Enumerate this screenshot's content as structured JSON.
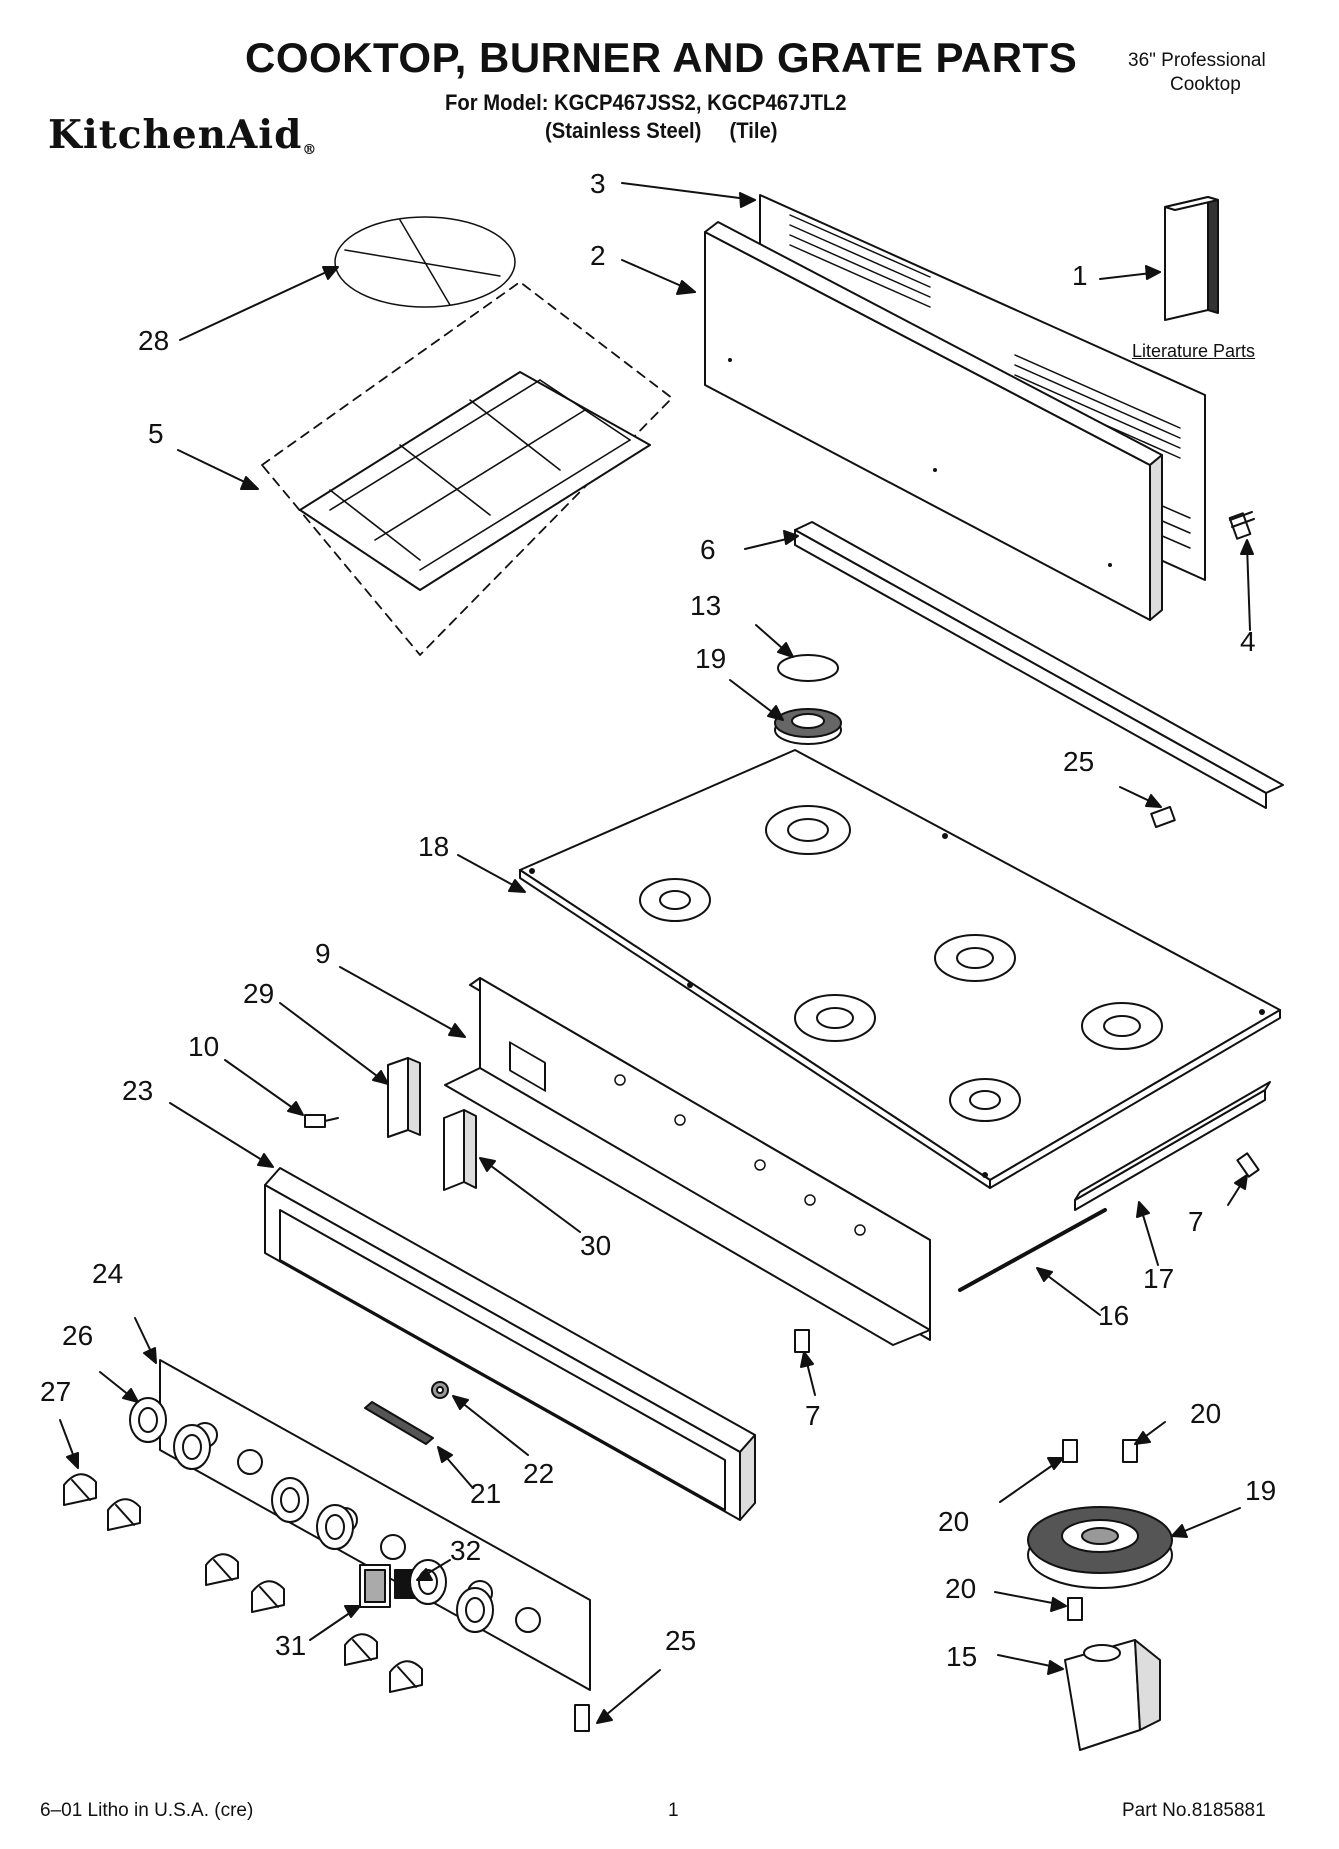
{
  "header": {
    "title": "COOKTOP, BURNER AND GRATE PARTS",
    "model_line": "For Model: KGCP467JSS2, KGCP467JTL2",
    "finish_line": "(Stainless Steel)     (Tile)",
    "product_line1": "36\" Professional",
    "product_line2": "Cooktop",
    "brand": "KitchenAid",
    "brand_mark": "®"
  },
  "literature_label": "Literature Parts",
  "callouts": {
    "c1": "1",
    "c2": "2",
    "c3": "3",
    "c4": "4",
    "c5": "5",
    "c6": "6",
    "c7a": "7",
    "c7b": "7",
    "c9": "9",
    "c10": "10",
    "c13": "13",
    "c15": "15",
    "c16": "16",
    "c17": "17",
    "c18": "18",
    "c19a": "19",
    "c19b": "19",
    "c20a": "20",
    "c20b": "20",
    "c20c": "20",
    "c21": "21",
    "c22": "22",
    "c23": "23",
    "c24": "24",
    "c25a": "25",
    "c25b": "25",
    "c26": "26",
    "c27": "27",
    "c28": "28",
    "c29": "29",
    "c30": "30",
    "c31": "31",
    "c32": "32"
  },
  "footer": {
    "litho": "6–01 Litho in U.S.A. (cre)",
    "page": "1",
    "part": "Part No.8185881"
  }
}
